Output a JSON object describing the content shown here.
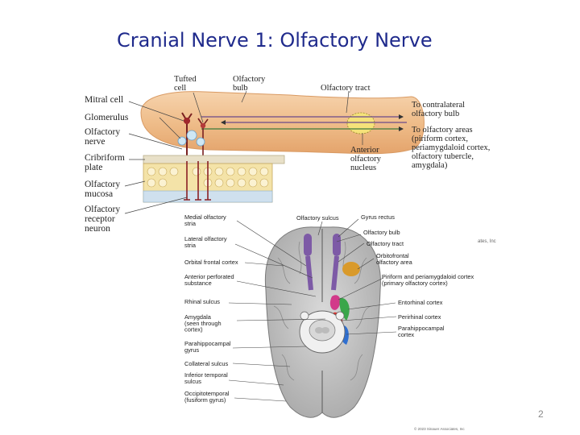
{
  "slide": {
    "title": "Cranial Nerve 1:  Olfactory Nerve",
    "page_number": "2"
  },
  "top_diagram": {
    "labels_left": [
      "Mitral cell",
      "Glomerulus",
      "Olfactory nerve",
      "Cribriform plate",
      "Olfactory mucosa",
      "Olfactory receptor neuron"
    ],
    "labels_top": [
      "Tufted cell",
      "Olfactory bulb",
      "Olfactory tract"
    ],
    "labels_right": [
      "To contralateral olfactory bulb",
      "To olfactory areas (piriform cortex, periamygdaloid cortex, olfactory tubercle, amygdala)",
      "Anterior olfactory nucleus"
    ],
    "cropped_credit": "ates, Inc"
  },
  "brain_diagram": {
    "labels_left": [
      "Medial olfactory stria",
      "Lateral olfactory stria",
      "Orbital frontal cortex",
      "Anterior perforated substance",
      "Rhinal sulcus",
      "Amygdala (seen through cortex)",
      "Parahippocampal gyrus",
      "Collateral sulcus",
      "Inferior temporal sulcus",
      "Occipitotemporal (fusiform gyrus)"
    ],
    "labels_right": [
      "Olfactory sulcus",
      "Gyrus rectus",
      "Olfactory bulb",
      "Olfactory tract",
      "Orbitofrontal olfactory area",
      "Piriform and periamygdaloid cortex (primary olfactory cortex)",
      "Entorhinal cortex",
      "Perirhinal cortex",
      "Parahippocampal cortex"
    ],
    "credit": "© 2023 Sinauer Associates, Inc"
  },
  "colors": {
    "title": "#1f2a8c",
    "bulb": "#f1c18f",
    "tract": "#7d5aa6",
    "orbitofrontal": "#d99a2b",
    "piriform": "#d23a8a",
    "entorhinal": "#3aa64a",
    "perirhinal": "#d8342f",
    "parahippocampal": "#2f6fd0"
  }
}
